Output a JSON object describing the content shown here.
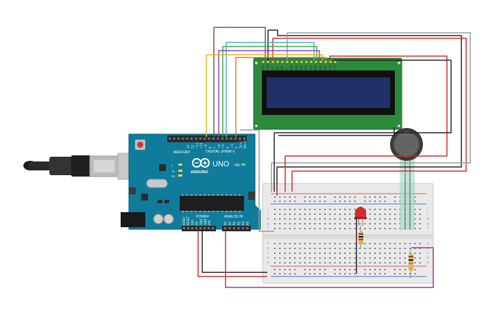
{
  "arduino": {
    "brand": "ARDUINO",
    "model": "UNO",
    "digital_label": "DIGITAL (PWM~)",
    "power_label": "POWER",
    "analog_label": "ANALOG IN",
    "tx_label": "TX",
    "rx_label": "RX",
    "l_label": "L",
    "on_label": "ON",
    "aref_label": "AREF",
    "gnd_label": "GND",
    "power_pins": [
      "IOREF",
      "RESET",
      "3V3",
      "5V",
      "GND",
      "GND",
      "VIN"
    ],
    "analog_pins": [
      "A0",
      "A1",
      "A2",
      "A3",
      "A4",
      "A5"
    ],
    "digital_pins": [
      "13",
      "12",
      "~11",
      "~10",
      "~9",
      "8",
      "7",
      "~6",
      "~5",
      "4",
      "~3",
      "2",
      "TX→1",
      "RX←0"
    ]
  },
  "lcd": {
    "pins": [
      "VSS",
      "VDD",
      "V0",
      "RS",
      "RW",
      "E",
      "DB0",
      "DB1",
      "DB2",
      "DB3",
      "DB4",
      "DB5",
      "DB6",
      "DB7",
      "LED+",
      "LED-"
    ]
  },
  "breadboard": {
    "top_letters": [
      "j",
      "i",
      "h",
      "g",
      "f"
    ],
    "bottom_letters": [
      "e",
      "d",
      "c",
      "b",
      "a"
    ]
  },
  "colors": {
    "arduino_board": "#0f7c9c",
    "lcd_board": "#2d8a3a",
    "lcd_screen": "#22306a",
    "breadboard": "#e9e9e9",
    "wire_red": "#d42a2a",
    "wire_black": "#222222",
    "wire_magenta": "#b0307a",
    "wire_yellow": "#e8b21a",
    "wire_orange": "#e07b16",
    "wire_green": "#3aa843",
    "wire_cyan": "#3fb7c9",
    "wire_purple": "#8a3fc0",
    "wire_brown": "#7a5430",
    "wire_gray": "#9a9a9a"
  }
}
